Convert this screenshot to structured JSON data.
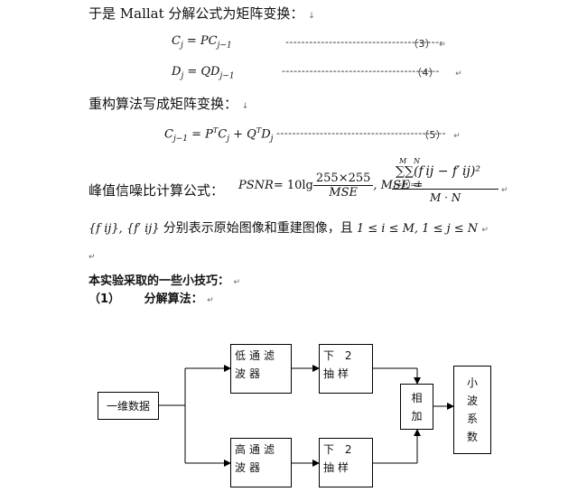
{
  "lines": {
    "l1": "于是 Mallat 分解公式为矩阵变换：",
    "l2": "重构算法写成矩阵变换：",
    "l3": "峰值信噪比计算公式：",
    "l4_tail": "分别表示原始图像和重建图像，且",
    "l5": "本实验采取的一些小技巧：",
    "l6_num": "（1）",
    "l6_text": "分解算法："
  },
  "equations": {
    "eq3": {
      "lhs": "C",
      "sub": "j",
      "mid": " = PC",
      "sub2": "j−1",
      "dashes": "----------------------------------------",
      "tag": "（3）"
    },
    "eq4": {
      "lhs": "D",
      "sub": "j",
      "mid": " = QD",
      "sub2": "j−1",
      "dashes": "----------------------------------------",
      "tag": "（4）"
    },
    "eq5": {
      "lhs": "C",
      "sub": "j−1",
      "rhs": " = P",
      "sup": "T",
      "c": "C",
      "csub": "j",
      "plus": " + Q",
      "sup2": "T",
      "d": "D",
      "dsub": "j",
      "dashes": "-------------------------------------------",
      "tag": "（5）"
    },
    "psnr": {
      "label": "PSNR",
      "eq": " = 10lg",
      "frac_num": "255×255",
      "frac_den": "MSE",
      "mse": ", MSE =",
      "sum_num": "∑∑(f ij − f′ ij)²",
      "sum_den": "M · N",
      "sum_top1": "M",
      "sum_top2": "N",
      "sum_bot1": "i=1",
      "sum_bot2": "j=1"
    },
    "sets": "{f ij}, {f′ ij}",
    "condition": "1 ≤ i ≤ M, 1 ≤ j ≤ N"
  },
  "marks": {
    "down": "↓",
    "return": "↵"
  },
  "diagram": {
    "input": "一维数据",
    "lowpass": "低通滤波器",
    "highpass": "高通滤波器",
    "down1": "下 2 抽样",
    "down2": "下 2 抽样",
    "add": "相加",
    "output": "小波系数"
  }
}
